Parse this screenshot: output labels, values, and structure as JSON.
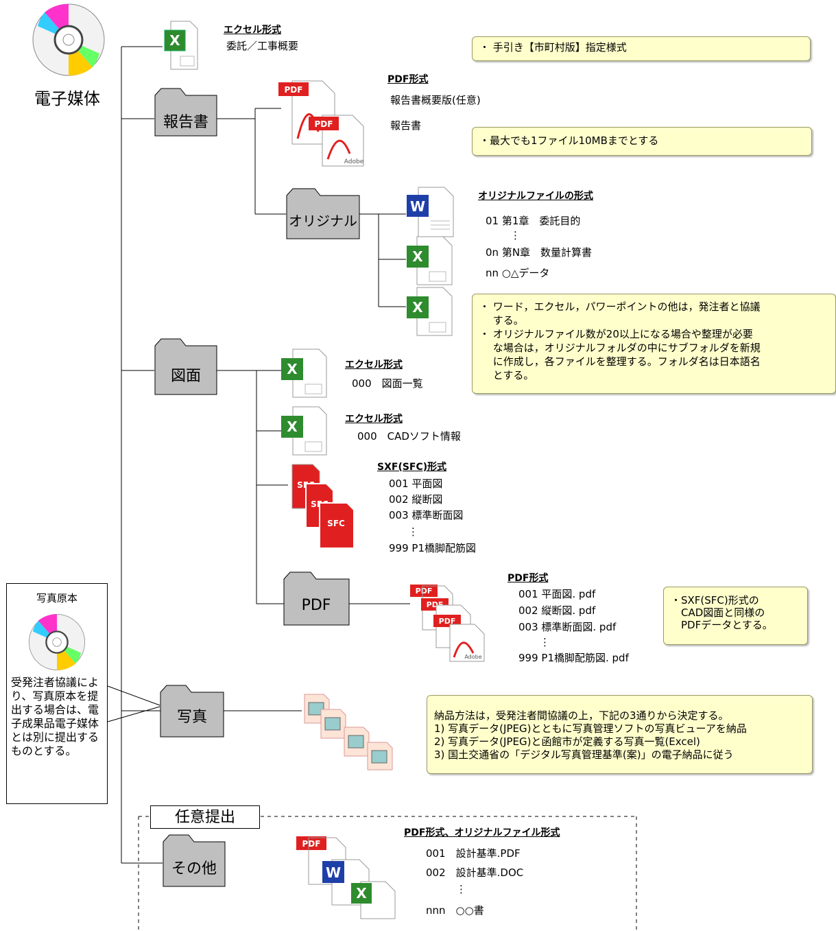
{
  "root": {
    "label": "電子媒体"
  },
  "excel_summary": {
    "heading": "エクセル形式",
    "item": "委託／工事概要"
  },
  "note_tebiki": "・ 手引き【市町村版】指定様式",
  "report": {
    "folder": "報告書",
    "heading": "PDF形式",
    "items": [
      "報告書概要版(任意)",
      "報告書"
    ],
    "note": "・最大でも1ファイル10MBまでとする"
  },
  "original": {
    "folder": "オリジナル",
    "heading": "オリジナルファイルの形式",
    "items": [
      "01 第1章　委託目的",
      "⋮",
      "0n 第N章　数量計算書",
      "nn ○△データ"
    ],
    "notes": [
      "・ ワード，エクセル，パワーポイントの他は，発注者と協議",
      "　 する。",
      "・ オリジナルファイル数が20以上になる場合や整理が必要",
      "　 な場合は，オリジナルフォルダの中にサブフォルダを新規",
      "　 に作成し，各ファイルを整理する。フォルダ名は日本語名",
      "　 とする。"
    ]
  },
  "drawings": {
    "folder": "図面",
    "excel_list": {
      "heading": "エクセル形式",
      "item": "000　図面一覧"
    },
    "excel_cad": {
      "heading": "エクセル形式",
      "item": "000　CADソフト情報"
    },
    "sxf": {
      "heading": "SXF(SFC)形式",
      "items": [
        "001 平面図",
        "002 縦断図",
        "003 標準断面図",
        "⋮",
        "999 P1橋脚配筋図"
      ]
    }
  },
  "pdf_folder": {
    "folder": "PDF",
    "heading": "PDF形式",
    "items": [
      "001 平面図. pdf",
      "002 縦断図. pdf",
      "003 標準断面図. pdf",
      "⋮",
      "999 P1橋脚配筋図. pdf"
    ],
    "notes": [
      "・SXF(SFC)形式の",
      "　CAD図面と同様の",
      "　PDFデータとする。"
    ]
  },
  "photo": {
    "folder": "写真",
    "notes": [
      "納品方法は，受発注者間協議の上，下記の3通りから決定する。",
      "1) 写真データ(JPEG)とともに写真管理ソフトの写真ビューアを納品",
      "2) 写真データ(JPEG)と函館市が定義する写真一覧(Excel)",
      "3) 国土交通省の「デジタル写真管理基準(案)」の電子納品に従う"
    ]
  },
  "photo_original": {
    "title": "写真原本",
    "text": "受発注者協議により、写真原本を提出する場合は、電子成果品電子媒体とは別に提出するものとする。"
  },
  "optional": {
    "tag": "任意提出",
    "folder": "その他",
    "heading": "PDF形式、オリジナルファイル形式",
    "items": [
      "001　設計基準.PDF",
      "002　設計基準.DOC",
      "⋮",
      "nnn　○○書"
    ]
  },
  "icon_text": {
    "pdf": "PDF",
    "adobe": "Adobe",
    "sfc": "SFC",
    "word": "W",
    "excel": "X"
  },
  "colors": {
    "folder": "#bfbfbf",
    "note_bg": "#ffffcc",
    "pdf_red": "#e02020",
    "excel_green": "#2e8b2e",
    "word_blue": "#1f3fa8"
  }
}
